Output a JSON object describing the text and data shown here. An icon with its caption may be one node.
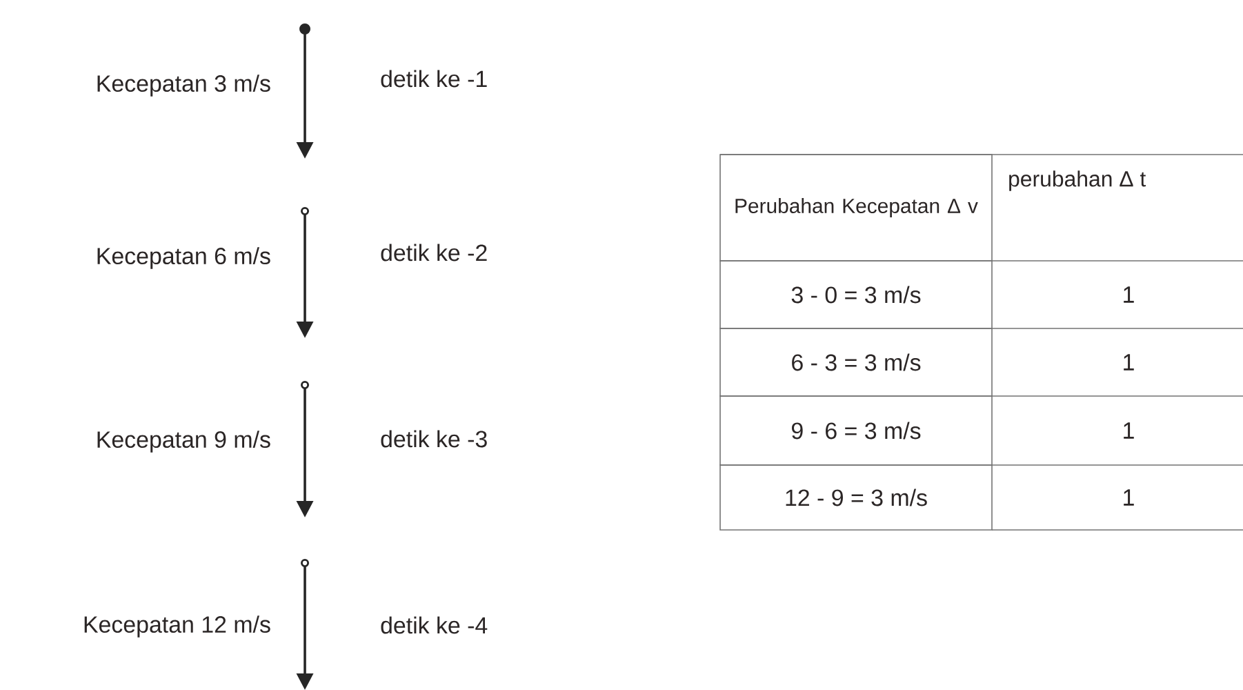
{
  "diagram": {
    "labels": [
      "Kecepatan 3 m/s",
      "detik ke -1",
      "Kecepatan 6 m/s",
      "detik ke -2",
      "Kecepatan 9 m/s",
      "detik ke -3",
      "Kecepatan 12 m/s",
      "detik ke -4",
      "Perubahan Kecepatan Δ v",
      "perubahan Δ t",
      "3 - 0 = 3 m/s",
      "1",
      "6 - 3 = 3 m/s",
      "1",
      "9 - 6 = 3 m/s",
      "1",
      "12 - 9 = 3 m/s",
      "1"
    ]
  }
}
